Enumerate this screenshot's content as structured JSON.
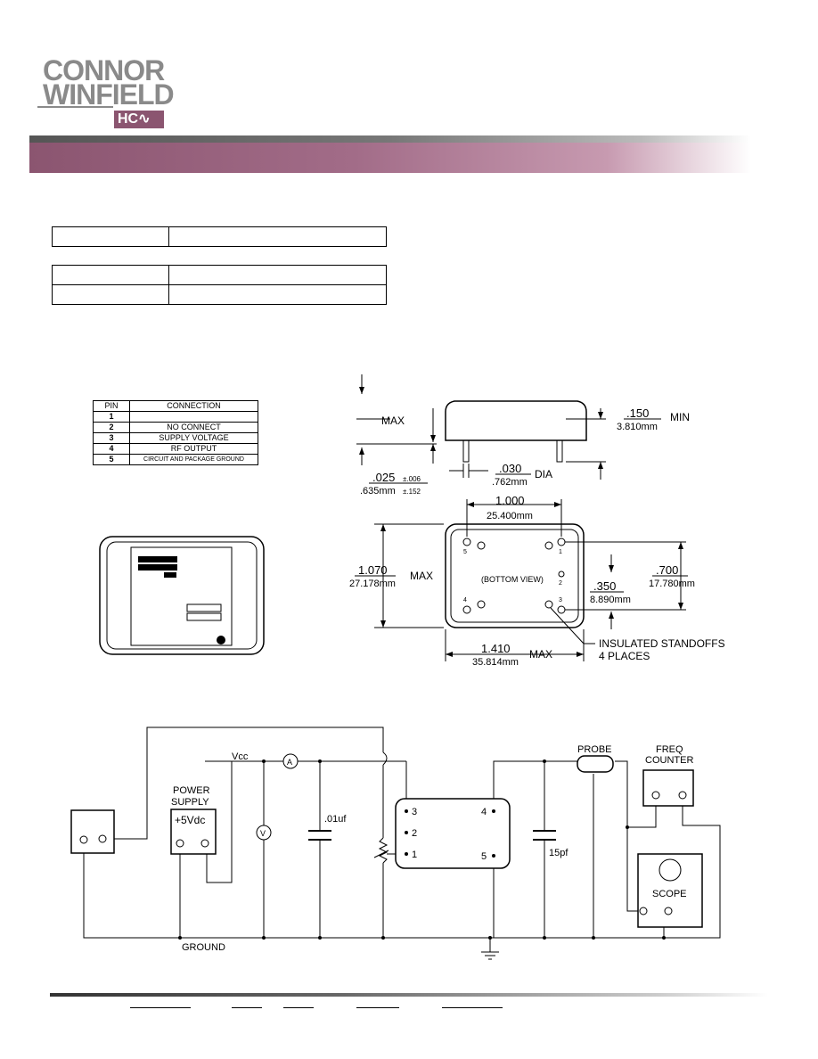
{
  "logo": {
    "line1": "CONNOR",
    "line2": "WINFIELD",
    "mark": "HC∿"
  },
  "pin_table": {
    "header": [
      "PIN",
      "CONNECTION"
    ],
    "rows": [
      [
        "1",
        ""
      ],
      [
        "2",
        "NO CONNECT"
      ],
      [
        "3",
        "SUPPLY VOLTAGE"
      ],
      [
        "4",
        "RF OUTPUT"
      ],
      [
        "5",
        "CIRCUIT AND PACKAGE GROUND"
      ]
    ]
  },
  "dims": {
    "max": "MAX",
    "min": "MIN",
    "dia": "DIA",
    "h150": ".150",
    "h150mm": "3.810mm",
    "d025": ".025",
    "d025tol": "±.006",
    "d025mm": ".635mm",
    "d025mmtol": "±.152",
    "d030": ".030",
    "d030mm": ".762mm",
    "w1000": "1.000",
    "w1000mm": "25.400mm",
    "h1070": "1.070",
    "h1070mm": "27.178mm",
    "h700": ".700",
    "h700mm": "17.780mm",
    "h350": ".350",
    "h350mm": "8.890mm",
    "w1410": "1.410",
    "w1410mm": "35.814mm",
    "bottom_view": "(BOTTOM VIEW)",
    "standoffs1": "INSULATED STANDOFFS",
    "standoffs2": "4 PLACES",
    "pins": [
      "5",
      "1",
      "2",
      "4",
      "3"
    ]
  },
  "circuit": {
    "vcc": "Vcc",
    "ammeter": "A",
    "voltmeter": "V",
    "power1": "POWER",
    "power2": "SUPPLY",
    "supply": "+5Vdc",
    "cap1": ".01uf",
    "cap2": "15pf",
    "probe": "PROBE",
    "freq1": "FREQ",
    "freq2": "COUNTER",
    "scope": "SCOPE",
    "ground": "GROUND",
    "dut_pins": [
      "3",
      "2",
      "1",
      "4",
      "5"
    ]
  },
  "colors": {
    "brand": "#8b5570",
    "logo_gray": "#8a8a8a"
  }
}
